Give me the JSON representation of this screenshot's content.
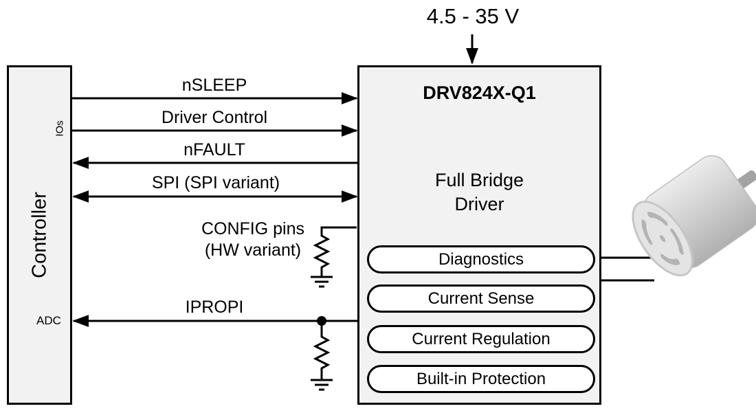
{
  "supply": {
    "label": "4.5 - 35 V"
  },
  "controller": {
    "label": "Controller",
    "io_group_label": "IOs",
    "adc_group_label": "ADC"
  },
  "driver": {
    "title": "DRV824X-Q1",
    "subtitle": "Full Bridge Driver",
    "features": [
      "Diagnostics",
      "Current Sense",
      "Current Regulation",
      "Built-in Protection"
    ]
  },
  "signals": {
    "nsleep": {
      "label": "nSLEEP",
      "direction": "controller-to-driver"
    },
    "driver_control": {
      "label": "Driver Control",
      "direction": "controller-to-driver"
    },
    "nfault": {
      "label": "nFAULT",
      "direction": "driver-to-controller"
    },
    "spi": {
      "label": "SPI (SPI variant)",
      "direction": "bidirectional"
    },
    "config_pins": {
      "label_line1": "CONFIG pins",
      "label_line2": "(HW variant)",
      "termination": "resistor-to-ground"
    },
    "ipropi": {
      "label": "IPROPI",
      "direction": "driver-to-controller",
      "termination": "resistor-to-ground"
    }
  },
  "load": {
    "type": "dc-motor"
  },
  "colors": {
    "box_fill": "#f2f2f2",
    "box_border": "#000000",
    "line": "#000000",
    "pill_fill": "#ffffff",
    "motor_gray": "#c9c9c9"
  }
}
